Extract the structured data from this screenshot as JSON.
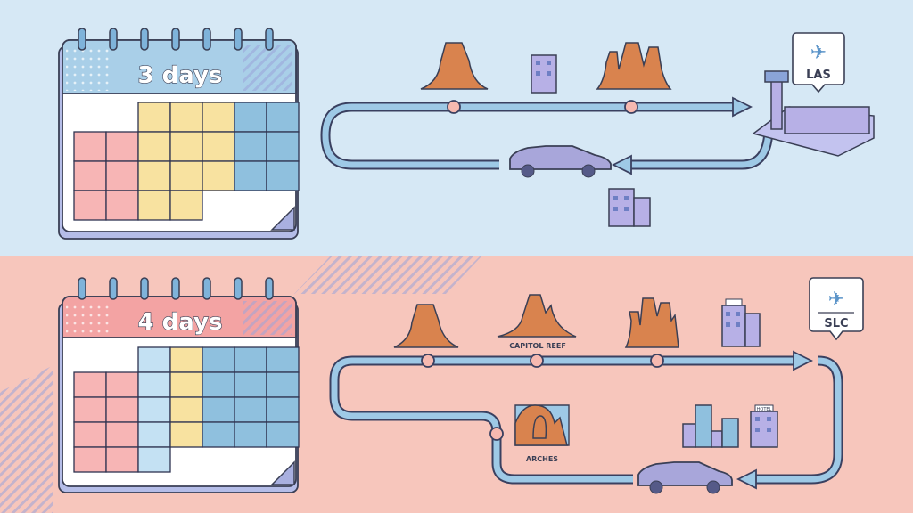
{
  "itineraries": [
    {
      "duration_label": "3 days",
      "airport_code": "LAS",
      "theme_color": "#d6e8f5",
      "header_color": "#a9cfe8",
      "stops": [
        "mesa",
        "hotel",
        "hoodoos",
        "hotel"
      ],
      "calendar": {
        "rows": [
          [
            "",
            "",
            "Y",
            "Y",
            "Y",
            "B",
            "B"
          ],
          [
            "P",
            "P",
            "Y",
            "Y",
            "Y",
            "B",
            "B"
          ],
          [
            "P",
            "P",
            "Y",
            "Y",
            "Y",
            "B",
            "B"
          ],
          [
            "P",
            "P",
            "Y",
            "Y",
            "",
            "",
            ""
          ]
        ]
      }
    },
    {
      "duration_label": "4 days",
      "airport_code": "SLC",
      "theme_color": "#f7c6bc",
      "header_color": "#f3a3a3",
      "stop_labels": {
        "capitol_reef": "CAPITOL REEF",
        "arches": "ARCHES"
      },
      "hotel_sign": "HOTEL",
      "calendar": {
        "rows": [
          [
            "",
            "",
            "L",
            "Y",
            "B",
            "B",
            "B"
          ],
          [
            "P",
            "P",
            "L",
            "Y",
            "B",
            "B",
            "B"
          ],
          [
            "P",
            "P",
            "L",
            "Y",
            "B",
            "B",
            "B"
          ],
          [
            "P",
            "P",
            "L",
            "Y",
            "B",
            "B",
            "B"
          ],
          [
            "P",
            "P",
            "L",
            "",
            "",
            "",
            ""
          ]
        ]
      }
    }
  ],
  "colors": {
    "P": "#f7b5b5",
    "Y": "#f8e2a0",
    "B": "#8fc0de",
    "L": "#c4e1f3"
  }
}
